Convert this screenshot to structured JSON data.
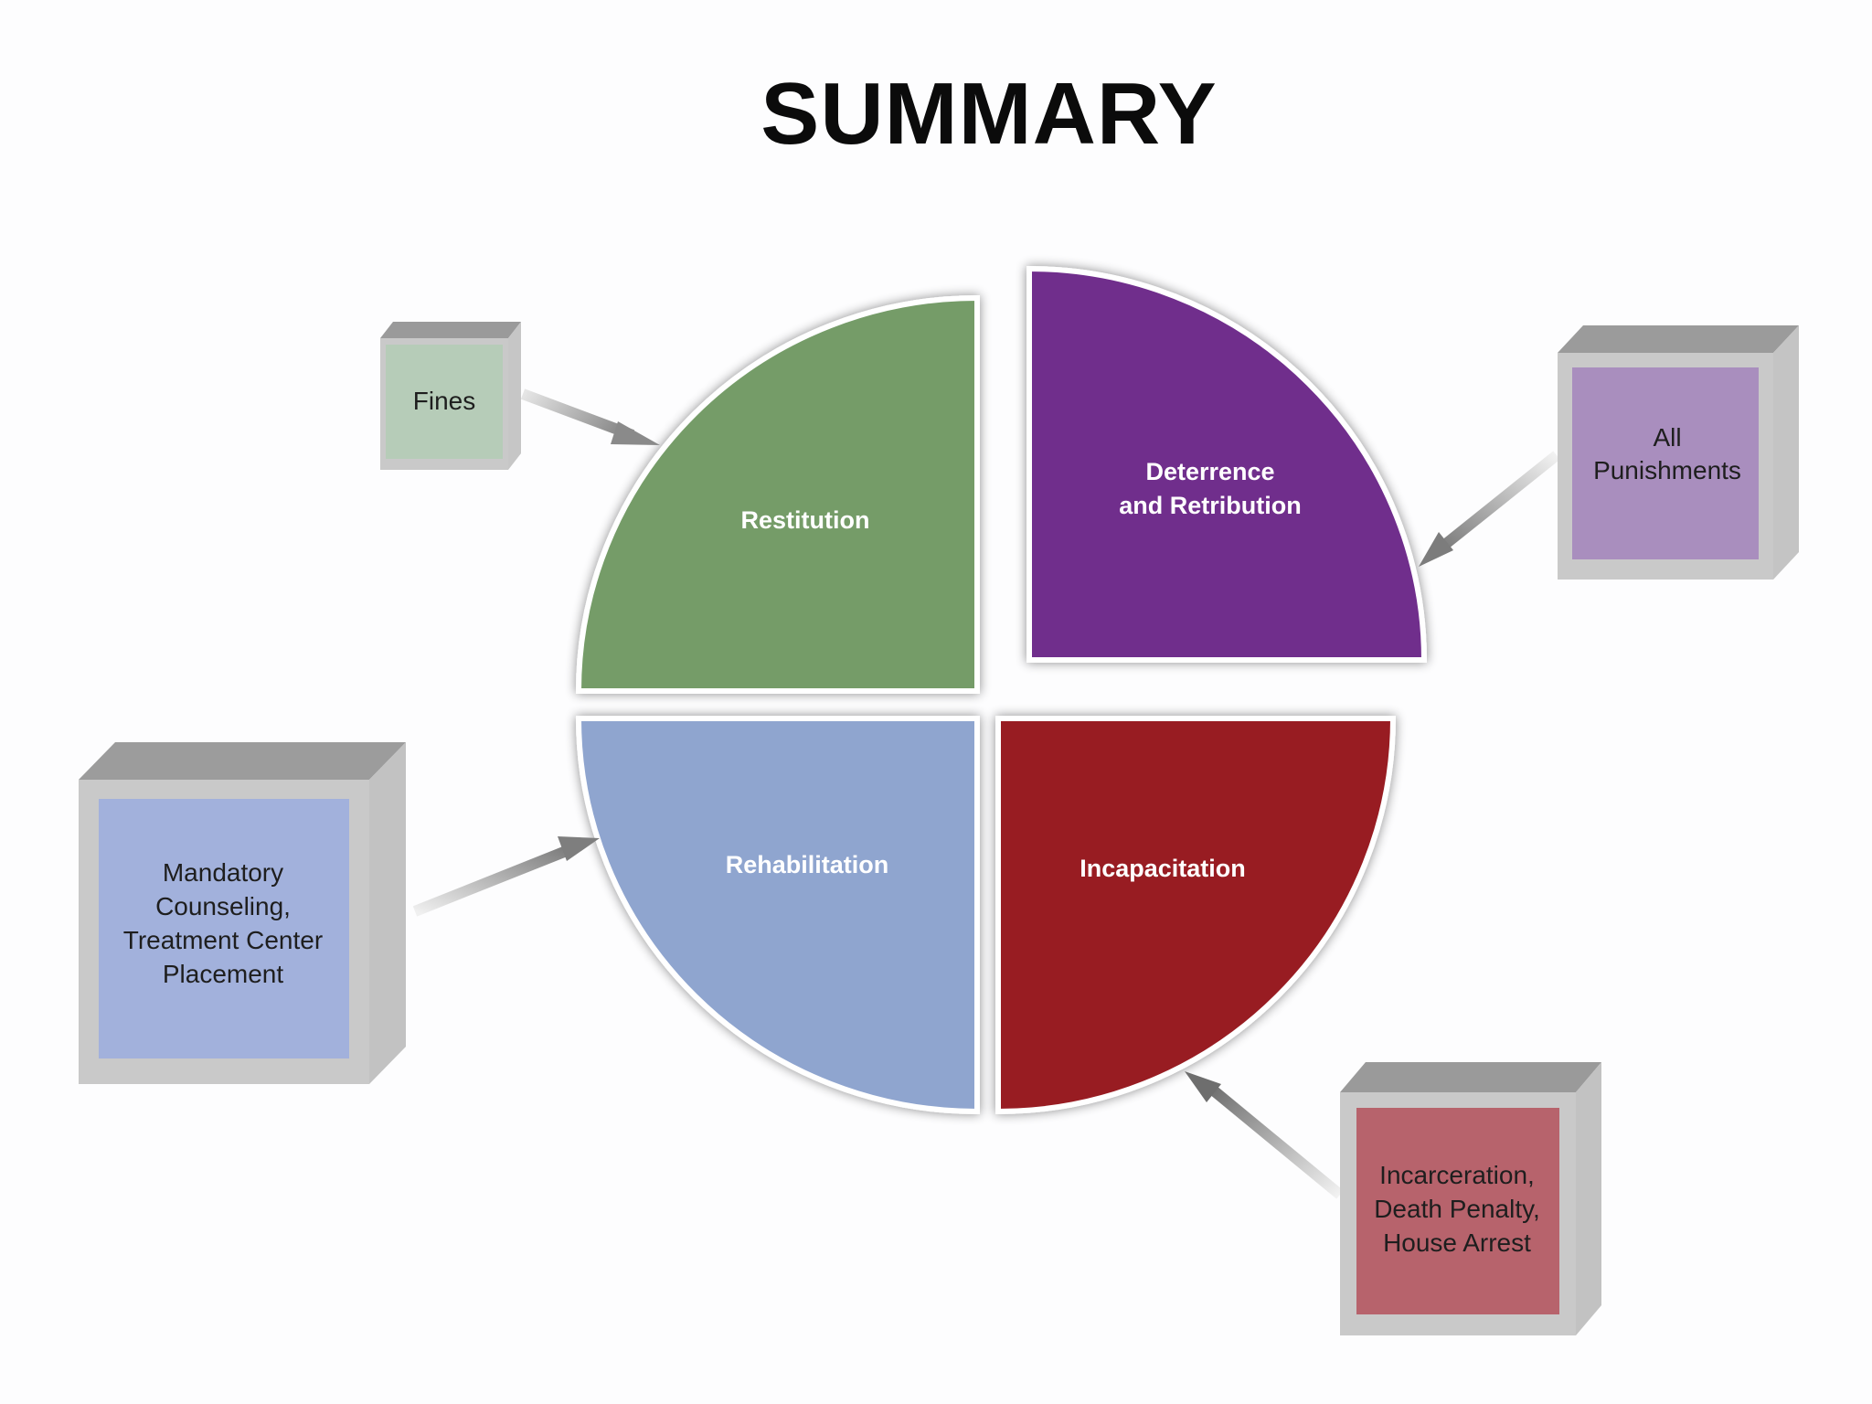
{
  "title": "SUMMARY",
  "colors": {
    "restitution": "#749c68",
    "deterrence": "#702d8c",
    "rehabilitation": "#8fa5cf",
    "incapacitation": "#981d22",
    "fines_box": "#b6ccb8",
    "punishments_box": "#a98ebe",
    "counseling_box": "#a2b1dc",
    "incarceration_box": "#b7636c"
  },
  "quadrants": {
    "restitution": {
      "label": "Restitution"
    },
    "deterrence": {
      "line1": "Deterrence",
      "line2": "and Retribution"
    },
    "rehabilitation": {
      "label": "Rehabilitation"
    },
    "incapacitation": {
      "label": "Incapacitation"
    }
  },
  "boxes": {
    "fines": {
      "line1": "Fines"
    },
    "punishments": {
      "line1": "All",
      "line2": "Punishments"
    },
    "counseling": {
      "line1": "Mandatory",
      "line2": "Counseling,",
      "line3": "Treatment Center",
      "line4": "Placement"
    },
    "incarceration": {
      "line1": "Incarceration,",
      "line2": "Death Penalty,",
      "line3": "House Arrest"
    }
  }
}
